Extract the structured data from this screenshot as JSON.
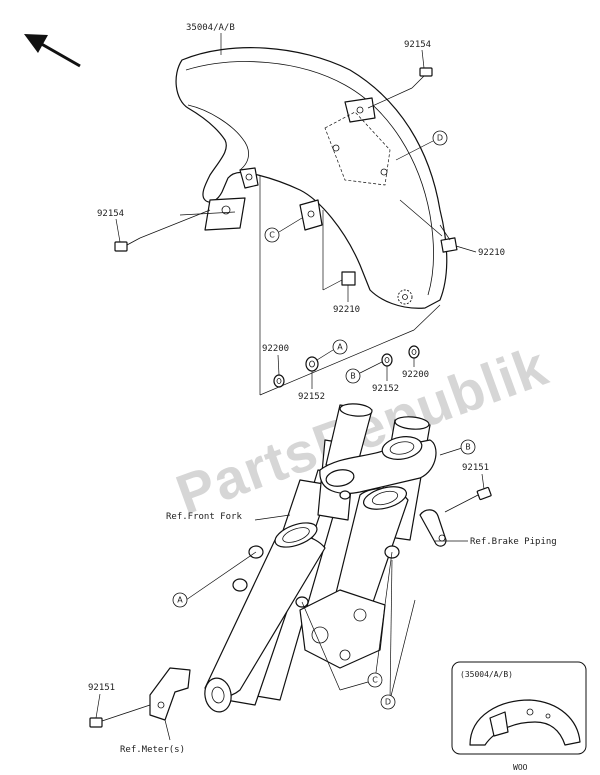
{
  "watermark": "PartsRepublik",
  "parts": {
    "fender": "35004/A/B",
    "bolt_top": "92154",
    "bolt_left": "92154",
    "nut_right": "92210",
    "nut_center": "92210",
    "collar_left": "92200",
    "collar_right": "92200",
    "washer_left": "92152",
    "washer_right": "92152",
    "bolt_fork_upper": "92151",
    "bolt_fork_lower": "92151"
  },
  "refs": {
    "front_fork": "Ref.Front Fork",
    "brake_piping": "Ref.Brake Piping",
    "meter": "Ref.Meter(s)"
  },
  "callouts": {
    "a1": "A",
    "a2": "A",
    "b1": "B",
    "b2": "B",
    "c1": "C",
    "c2": "C",
    "d1": "D",
    "d2": "D"
  },
  "inset": {
    "title": "(35004/A/B)",
    "caption": "WOO"
  }
}
